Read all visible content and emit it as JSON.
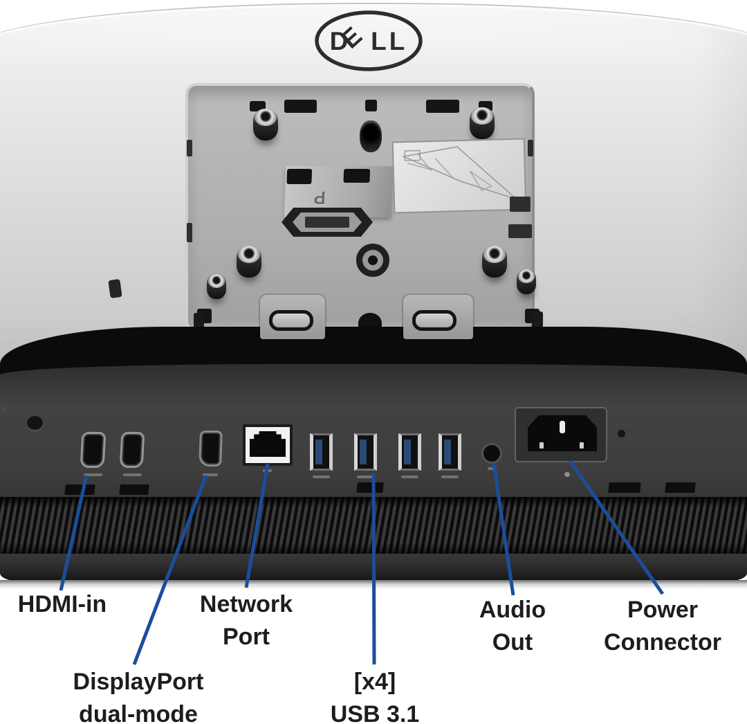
{
  "colors": {
    "leader_line": "#1a4e9c",
    "label_text": "#1d1d1d"
  },
  "device": {
    "brand_logo": "DELL",
    "vesa_latch_mark": "P"
  },
  "annotations": {
    "labels": {
      "hdmi": {
        "line1": "HDMI-in"
      },
      "displayport": {
        "line1": "DisplayPort",
        "line2": "dual-mode"
      },
      "network": {
        "line1": "Network",
        "line2": "Port"
      },
      "usb": {
        "line1": "[x4]",
        "line2": "USB 3.1"
      },
      "audio": {
        "line1": "Audio",
        "line2": "Out"
      },
      "power": {
        "line1": "Power",
        "line2": "Connector"
      }
    }
  },
  "ports": [
    {
      "id": "hdmi-1",
      "type": "hdmi"
    },
    {
      "id": "hdmi-2",
      "type": "hdmi"
    },
    {
      "id": "displayport",
      "type": "displayport-dual-mode"
    },
    {
      "id": "ethernet",
      "type": "rj45-network"
    },
    {
      "id": "usb-1",
      "type": "usb-3.1"
    },
    {
      "id": "usb-2",
      "type": "usb-3.1"
    },
    {
      "id": "usb-3",
      "type": "usb-3.1"
    },
    {
      "id": "usb-4",
      "type": "usb-3.1"
    },
    {
      "id": "audio-out",
      "type": "3.5mm-jack"
    },
    {
      "id": "power",
      "type": "c14-power-inlet"
    }
  ]
}
